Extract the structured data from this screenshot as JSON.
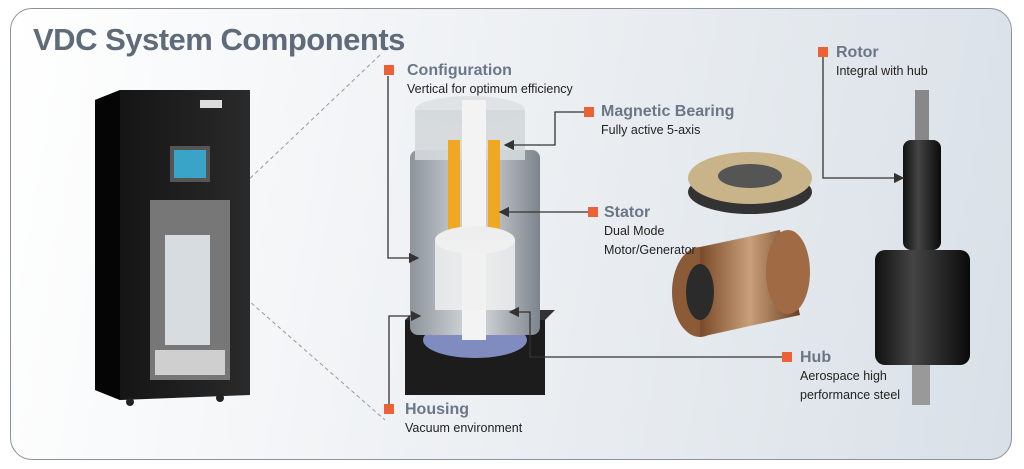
{
  "title": "VDC System Components",
  "colors": {
    "accent": "#ec6236",
    "title": "#5f6b78"
  },
  "labels": {
    "configuration": {
      "title": "Configuration",
      "desc": "Vertical for optimum efficiency"
    },
    "magnetic_bearing": {
      "title": "Magnetic Bearing",
      "desc": "Fully active 5-axis"
    },
    "stator": {
      "title": "Stator",
      "desc": [
        "Dual Mode",
        "Motor/Generator"
      ]
    },
    "hub": {
      "title": "Hub",
      "desc": [
        "Aerospace high",
        "performance steel"
      ]
    },
    "housing": {
      "title": "Housing",
      "desc": "Vacuum environment"
    },
    "rotor": {
      "title": "Rotor",
      "desc": "Integral with hub"
    }
  }
}
